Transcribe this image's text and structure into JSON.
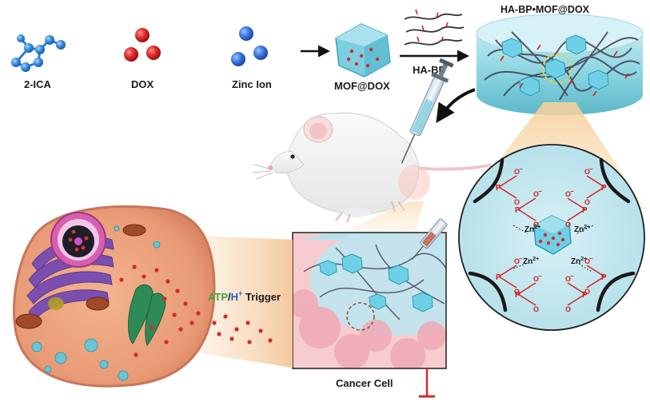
{
  "components": {
    "ica": "2-ICA",
    "dox": "DOX",
    "zinc": "Zinc Ion",
    "mof": "MOF@DOX",
    "polymer": "HA-BP"
  },
  "hydrogel_title": "HA-BP•MOF@DOX",
  "trigger": {
    "atp": "ATP",
    "slash": "/",
    "h": "H",
    "plus": "+",
    "word": " Trigger"
  },
  "cancer_cell": "Cancer Cell",
  "coordination": {
    "zn": "Zn",
    "charge": "2+",
    "oxygen": "O",
    "minus": "−",
    "phosphorus": "P"
  },
  "colors": {
    "dox": "#d42a2a",
    "zinc": "#2f6fd8",
    "ica": "#2b7ed6",
    "mof": "#6cc9dc",
    "atp": "#3aa53a",
    "h_ion": "#1f5fd0",
    "bisphosphonate": "#d62020",
    "inhibit": "#d42a2a"
  }
}
